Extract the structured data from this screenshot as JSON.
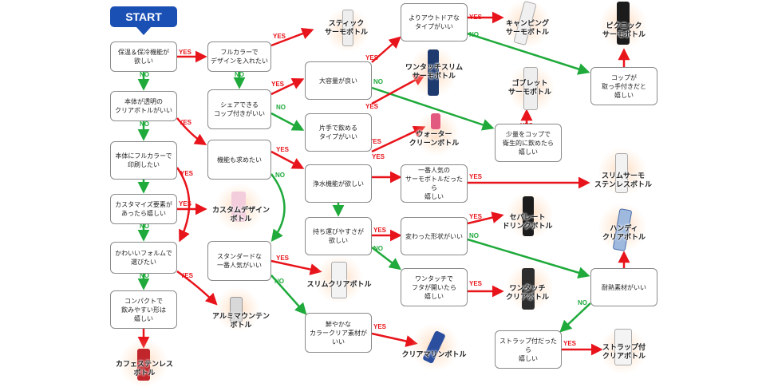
{
  "start": "START",
  "labels": {
    "yes": "YES",
    "no": "NO"
  },
  "questions": {
    "q1": "保温＆保冷機能が\n欲しい",
    "q2": "本体が透明の\nクリアボトルがいい",
    "q3": "本体にフルカラーで\n印刷したい",
    "q4": "カスタマイズ要素が\nあったら嬉しい",
    "q5": "かわいいフォルムで\n選びたい",
    "q6": "コンパクトで\n飲みやすい形は\n嬉しい",
    "q7": "フルカラーで\nデザインを入れたい",
    "q8": "シェアできる\nコップ付きがいい",
    "q9": "機能も求めたい",
    "q10": "スタンダードな\n一番人気がいい",
    "q11": "大容量が良い",
    "q12": "片手で飲める\nタイプがいい",
    "q13": "浄水機能が欲しい",
    "q14": "持ち運びやすさが\n欲しい",
    "q15": "鮮やかな\nカラークリア素材が\nいい",
    "q16": "よりアウトドアな\nタイプがいい",
    "q17": "一番人気の\nサーモボトルだったら\n嬉しい",
    "q18": "変わった形状がいい",
    "q19": "ワンタッチで\nフタが開いたら\n嬉しい",
    "q20": "少量をコップで\n衛生的に飲めたら\n嬉しい",
    "q21": "コップが\n取っ手付きだと\n嬉しい",
    "q22": "耐熱素材がいい",
    "q23": "ストラップ付だったら\n嬉しい"
  },
  "results": {
    "r1": "カフェステンレス\nボトル",
    "r2": "カスタムデザイン\nボトル",
    "r3": "アルミマウンテン\nボトル",
    "r4": "スティック\nサーモボトル",
    "r5": "ワンタッチスリム\nサーモボトル",
    "r6": "ウォーター\nクリーンボトル",
    "r7": "スリムクリアボトル",
    "r8": "クリアマリンボトル",
    "r9": "キャンピング\nサーモボトル",
    "r10": "ピクニック\nサーモボトル",
    "r11": "ゴブレット\nサーモボトル",
    "r12": "スリムサーモ\nステンレスボトル",
    "r13": "セパレート\nドリンクボトル",
    "r14": "ワンタッチ\nクリアボトル",
    "r15": "ハンディ\nクリアボトル",
    "r16": "ストラップ付\nクリアボトル"
  },
  "colors": {
    "yes": "#e8141b",
    "no": "#1faa3b",
    "start": "#1a4fb4"
  }
}
